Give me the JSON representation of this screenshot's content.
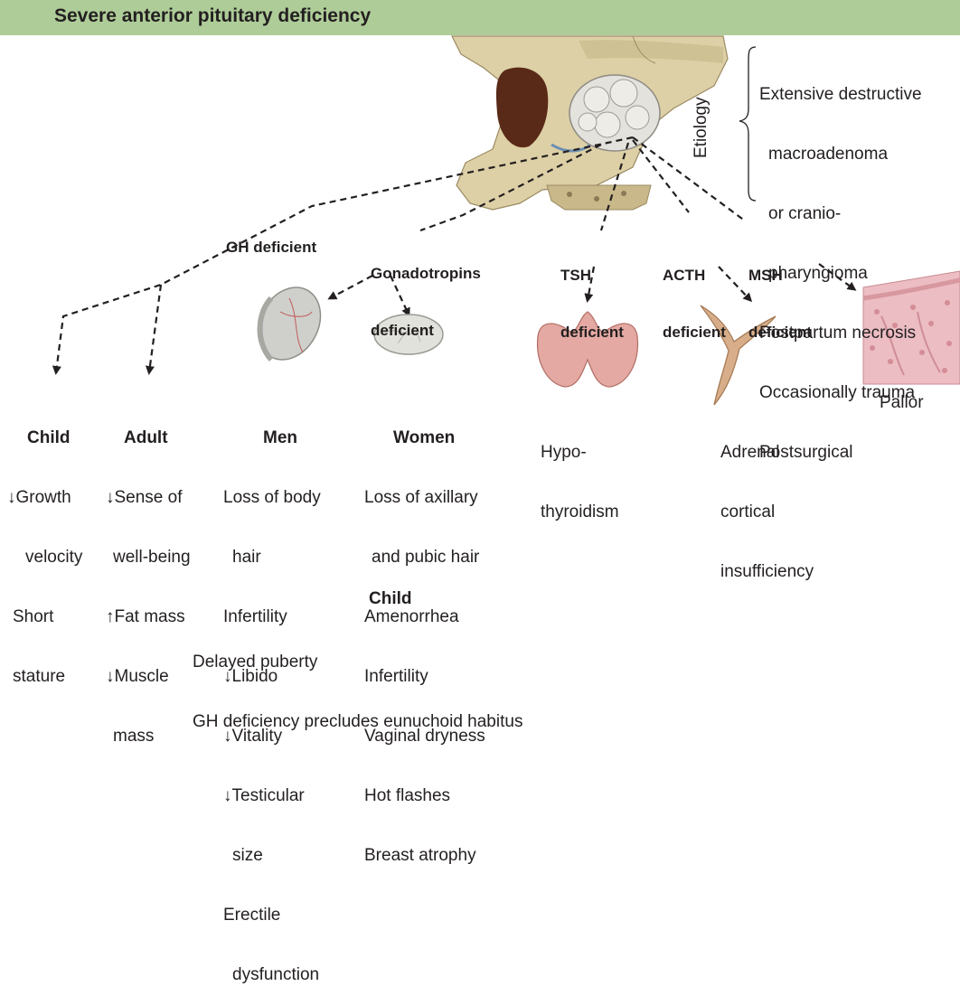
{
  "title": "Severe anterior pituitary deficiency",
  "etiology": {
    "label": "Etiology",
    "items": [
      "Extensive destructive",
      "macroadenoma",
      "or cranio-",
      "pharyngioma",
      "Postpartum necrosis",
      "Occasionally trauma",
      "Postsurgical"
    ]
  },
  "hormones": {
    "gh": "GH deficient",
    "gonado": [
      "Gonadotropins",
      "deficient"
    ],
    "tsh": [
      "TSH",
      "deficient"
    ],
    "acth": [
      "ACTH",
      "deficient"
    ],
    "msh": [
      "MSH",
      "deficient"
    ]
  },
  "child": {
    "title": "Child",
    "lines": [
      "↓Growth",
      "velocity",
      "Short",
      "stature"
    ]
  },
  "adult": {
    "title": "Adult",
    "lines": [
      "↓Sense of",
      "well-being",
      "↑Fat mass",
      "↓Muscle",
      "mass"
    ]
  },
  "men": {
    "title": "Men",
    "lines": [
      "Loss of body",
      "hair",
      "Infertility",
      "↓Libido",
      "↓Vitality",
      "↓Testicular",
      "size",
      "Erectile",
      "dysfunction"
    ]
  },
  "women": {
    "title": "Women",
    "lines": [
      "Loss of axillary",
      "and pubic hair",
      "Amenorrhea",
      "Infertility",
      "Vaginal dryness",
      "Hot flashes",
      "Breast atrophy"
    ]
  },
  "hypo": [
    "Hypo-",
    "thyroidism"
  ],
  "adrenal": [
    "Adrenal",
    "cortical",
    "insufficiency"
  ],
  "pallor": "Pallor",
  "child_gonad": {
    "title": "Child",
    "lines": [
      "Delayed puberty",
      "GH deficiency precludes eunuchoid habitus"
    ]
  },
  "colors": {
    "header": "#aecc98",
    "bone": "#ddd0a6",
    "tumor": "#e4e2dc",
    "testis": "#cfcfcc",
    "thyroid": "#e3a9a2",
    "adrenal": "#d8ae8a",
    "skin": "#ecbdc3"
  }
}
